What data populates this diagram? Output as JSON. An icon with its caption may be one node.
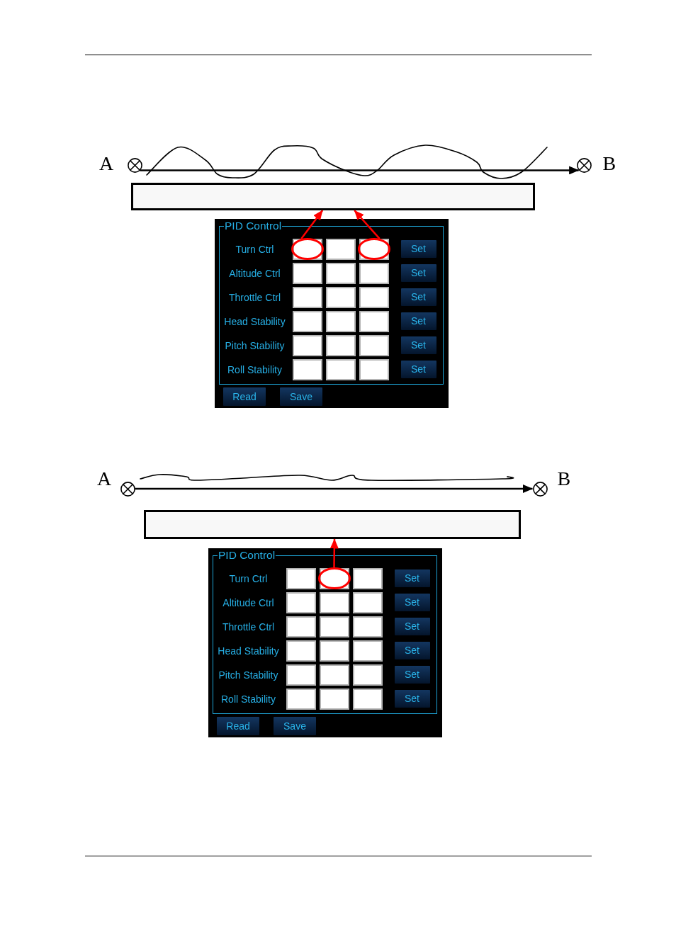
{
  "diagram": {
    "nodes": [
      {
        "text": [],
        "shape": "circle",
        "beside": [
          "A"
        ]
      },
      {
        "text": [],
        "shape": "circle",
        "beside": [
          "B"
        ]
      },
      {
        "text": [],
        "shape": "box"
      },
      {
        "text": [],
        "shape": "box"
      },
      {
        "text": [
          "PID Control"
        ],
        "in": 3
      },
      {
        "text": [],
        "shape": "box",
        "in": 4
      },
      {
        "text": [],
        "shape": "ellipse",
        "in": 4
      },
      {
        "text": [],
        "shape": "box",
        "in": 4
      },
      {
        "text": [],
        "shape": "box",
        "in": 4
      },
      {
        "text": [],
        "shape": "ellipse",
        "in": 4
      },
      {
        "text": [
          "Set"
        ],
        "in": 4
      },
      {
        "text": [],
        "shape": "box",
        "in": 4
      },
      {
        "text": [],
        "shape": "box",
        "in": 4
      },
      {
        "text": [],
        "shape": "box",
        "in": 4
      },
      {
        "text": [
          "Set"
        ],
        "in": 4
      },
      {
        "text": [],
        "shape": "box",
        "in": 4
      },
      {
        "text": [],
        "shape": "box",
        "in": 4
      },
      {
        "text": [],
        "shape": "box",
        "in": 4
      },
      {
        "text": [
          "Set"
        ],
        "in": 4
      },
      {
        "text": [],
        "shape": "box",
        "in": 4
      },
      {
        "text": [],
        "shape": "box",
        "in": 4
      },
      {
        "text": [],
        "shape": "box",
        "in": 4
      },
      {
        "text": [
          "Set"
        ],
        "in": 4
      },
      {
        "text": [],
        "shape": "box",
        "in": 4
      },
      {
        "text": [],
        "shape": "box",
        "in": 4
      },
      {
        "text": [],
        "shape": "box",
        "in": 4
      },
      {
        "text": [
          "Set"
        ],
        "in": 4
      },
      {
        "text": [],
        "shape": "box",
        "in": 4
      },
      {
        "text": [],
        "shape": "box",
        "in": 4
      },
      {
        "text": [],
        "shape": "box",
        "in": 4
      },
      {
        "text": [
          "Set"
        ],
        "in": 4
      },
      {
        "text": [
          "Read"
        ],
        "in": 3
      },
      {
        "text": [
          "Save"
        ],
        "in": 3
      },
      {
        "text": [],
        "shape": "circle",
        "beside": [
          "A"
        ]
      },
      {
        "text": [],
        "shape": "circle",
        "beside": [
          "B"
        ]
      },
      {
        "text": [],
        "shape": "box"
      },
      {
        "text": [],
        "shape": "box"
      },
      {
        "text": [
          "PID Control"
        ],
        "in": 36
      },
      {
        "text": [],
        "shape": "box",
        "in": 37
      },
      {
        "text": [],
        "shape": "box",
        "in": 37
      },
      {
        "text": [],
        "shape": "ellipse",
        "in": 37
      },
      {
        "text": [],
        "shape": "box",
        "in": 37
      },
      {
        "text": [
          "Set"
        ],
        "in": 37
      },
      {
        "text": [],
        "shape": "box",
        "in": 37
      },
      {
        "text": [],
        "shape": "box",
        "in": 37
      },
      {
        "text": [],
        "shape": "box",
        "in": 37
      },
      {
        "text": [
          "Set"
        ],
        "in": 37
      },
      {
        "text": [],
        "shape": "box",
        "in": 37
      },
      {
        "text": [],
        "shape": "box",
        "in": 37
      },
      {
        "text": [],
        "shape": "box",
        "in": 37
      },
      {
        "text": [
          "Set"
        ],
        "in": 37
      },
      {
        "text": [],
        "shape": "box",
        "in": 37
      },
      {
        "text": [],
        "shape": "box",
        "in": 37
      },
      {
        "text": [],
        "shape": "box",
        "in": 37
      },
      {
        "text": [
          "Set"
        ],
        "in": 37
      },
      {
        "text": [],
        "shape": "box",
        "in": 37
      },
      {
        "text": [],
        "shape": "box",
        "in": 37
      },
      {
        "text": [],
        "shape": "box",
        "in": 37
      },
      {
        "text": [
          "Set"
        ],
        "in": 37
      },
      {
        "text": [],
        "shape": "box",
        "in": 37
      },
      {
        "text": [],
        "shape": "box",
        "in": 37
      },
      {
        "text": [],
        "shape": "box",
        "in": 37
      },
      {
        "text": [
          "Set"
        ],
        "in": 37
      },
      {
        "text": [
          "Read"
        ],
        "in": 36
      },
      {
        "text": [
          "Save"
        ],
        "in": 36
      }
    ],
    "edges": [
      {
        "from": 0,
        "to": 1,
        "arrow": "to",
        "color": "#000000"
      },
      {
        "from": 6,
        "to": 2,
        "arrow": "to",
        "color": "#ff0000"
      },
      {
        "from": 9,
        "to": 2,
        "arrow": "to",
        "color": "#ff0000"
      },
      {
        "from": 33,
        "to": 34,
        "arrow": "to",
        "color": "#000000"
      },
      {
        "from": 40,
        "to": 35,
        "arrow": "to",
        "color": "#ff0000"
      }
    ],
    "labels": [
      "Turn Ctrl",
      "Altitude Ctrl",
      "Throttle Ctrl",
      "Head Stability",
      "Pitch Stability",
      "Roll Stability",
      "Turn Ctrl",
      "Altitude Ctrl",
      "Throttle Ctrl",
      "Head Stability",
      "Pitch Stability",
      "Roll Stability"
    ]
  }
}
